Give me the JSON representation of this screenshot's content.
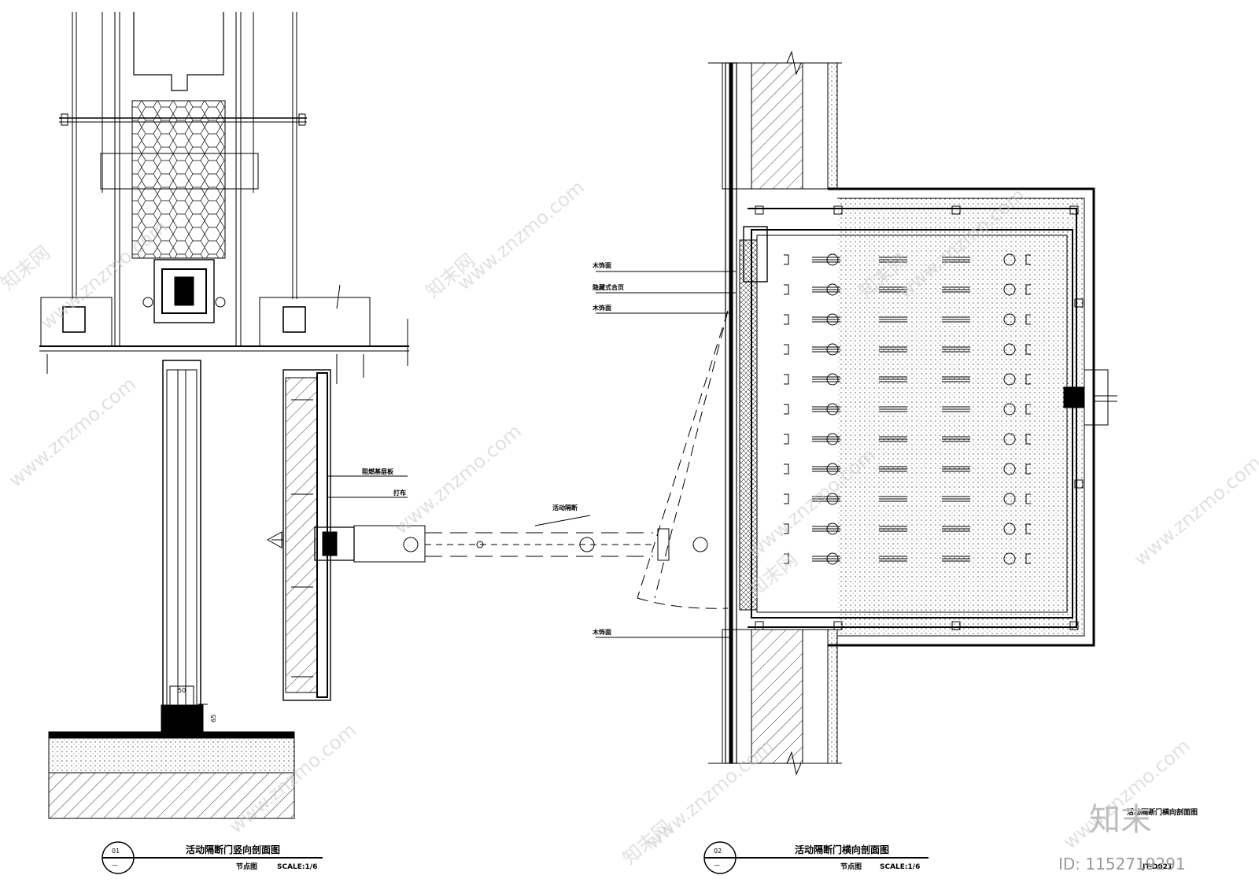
{
  "left_detail": {
    "circle_number": "01",
    "circle_sub": "—",
    "title": "活动隔断门竖向剖面图",
    "subtitle": "节点图",
    "scale": "SCALE:1/6",
    "dim_50": "50",
    "dim_65": "65",
    "label_board": "阻燃基层板",
    "label_cloth": "打布",
    "label_partition": "活动隔断"
  },
  "right_detail": {
    "circle_number": "02",
    "circle_sub": "—",
    "title": "活动隔断门横向剖面图",
    "subtitle": "节点图",
    "scale": "SCALE:1/6",
    "label_wood1": "木饰面",
    "label_hinge": "隐藏式合页",
    "label_wood2": "木饰面",
    "label_wood3": "木饰面"
  },
  "corner": {
    "partial_title": "活动隔断门横向剖面图",
    "sheet_code": "JT-D021"
  },
  "watermark": {
    "site": "www.znzmo.com",
    "brand": "知末网",
    "logo_text": "知末",
    "id_text": "ID: 1152719291"
  },
  "colors": {
    "line": "#000000",
    "hatch": "#000000",
    "watermark": "#c8c8c8"
  }
}
